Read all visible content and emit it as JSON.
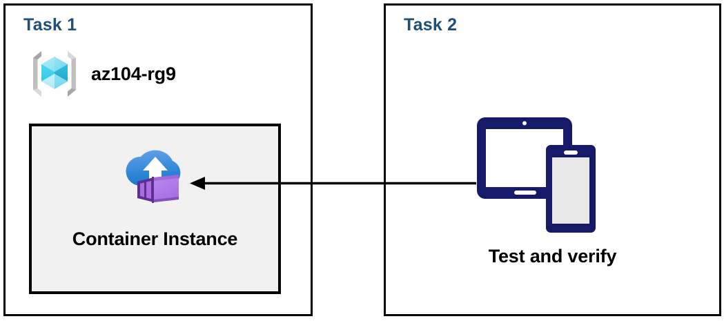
{
  "diagram": {
    "background_color": "#FFFFFF",
    "panels": [
      {
        "id": "task1",
        "title": "Task 1",
        "title_color": "#1F4E79",
        "border_color": "#000000",
        "resource_group": {
          "icon": "azure-resource-group-icon",
          "label": "az104-rg9"
        },
        "resource_box": {
          "icon": "azure-container-instance-icon",
          "label": "Container Instance",
          "fill_color": "#F1F1F1",
          "border_color": "#000000"
        }
      },
      {
        "id": "task2",
        "title": "Task 2",
        "title_color": "#1F4E79",
        "border_color": "#000000",
        "devices": {
          "icon": "tablet-and-phone-devices-icon",
          "label": "Test and verify",
          "icon_color": "#151968"
        }
      }
    ],
    "connector": {
      "name": "arrow-task2-to-container-instance",
      "direction": "right-to-left",
      "color": "#000000",
      "from": "Test and verify",
      "to": "Container Instance"
    }
  }
}
